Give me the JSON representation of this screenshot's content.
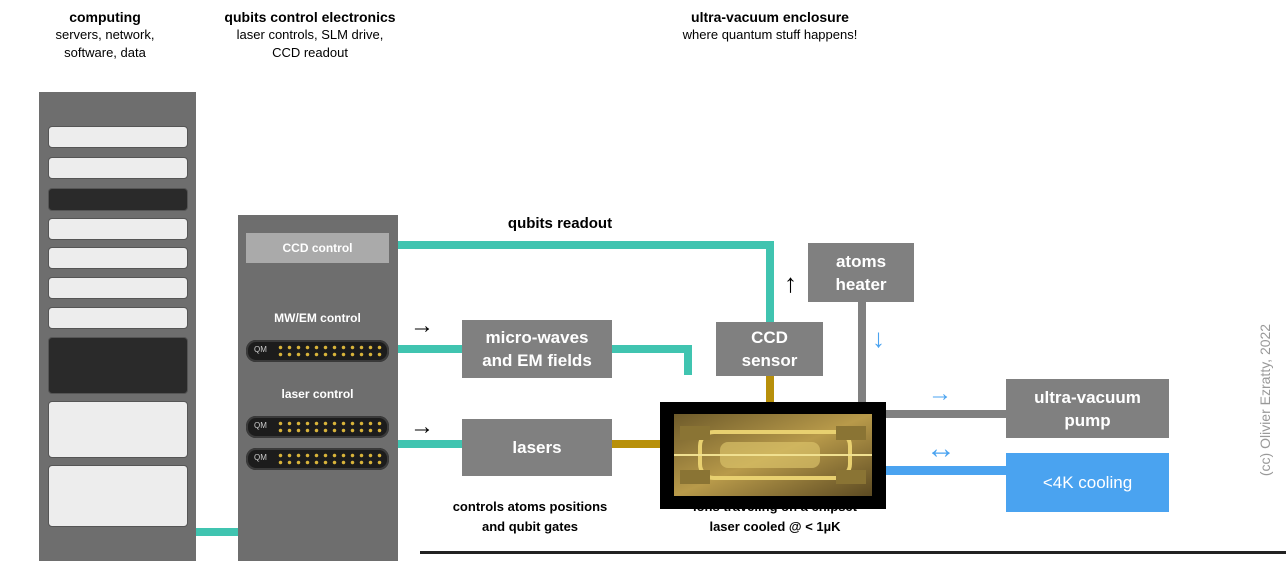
{
  "headers": {
    "computing": {
      "title": "computing",
      "lines": [
        "servers, network,",
        "software, data"
      ]
    },
    "electronics": {
      "title": "qubits control electronics",
      "lines": [
        "laser controls, SLM drive,",
        "CCD readout"
      ]
    },
    "enclosure": {
      "title": "ultra-vacuum enclosure",
      "lines": [
        "where quantum stuff happens!"
      ]
    }
  },
  "panel": {
    "ccd_control": "CCD control",
    "mw_control": "MW/EM control",
    "laser_control": "laser control",
    "connector_label": "QM"
  },
  "labels": {
    "qubits_readout": "qubits readout",
    "controls_caption": [
      "controls atoms positions",
      "and qubit gates"
    ],
    "chip_caption": [
      "ions traveling on a chipset",
      "laser cooled @ < 1µK"
    ],
    "credit": "(cc) Olivier Ezratty, 2022"
  },
  "boxes": {
    "microwaves": [
      "micro-waves",
      "and EM fields"
    ],
    "lasers": "lasers",
    "ccd_sensor": [
      "CCD",
      "sensor"
    ],
    "atoms_heater": [
      "atoms",
      "heater"
    ],
    "vacuum_pump": [
      "ultra-vacuum",
      "pump"
    ],
    "cooling": "<4K cooling"
  },
  "arrows": {
    "right": "→",
    "up": "↑",
    "down": "↓",
    "both": "↔"
  },
  "colors": {
    "teal": "#40c4b0",
    "gold": "#b8900a",
    "grey": "#808080",
    "blue": "#4aa3f0"
  }
}
